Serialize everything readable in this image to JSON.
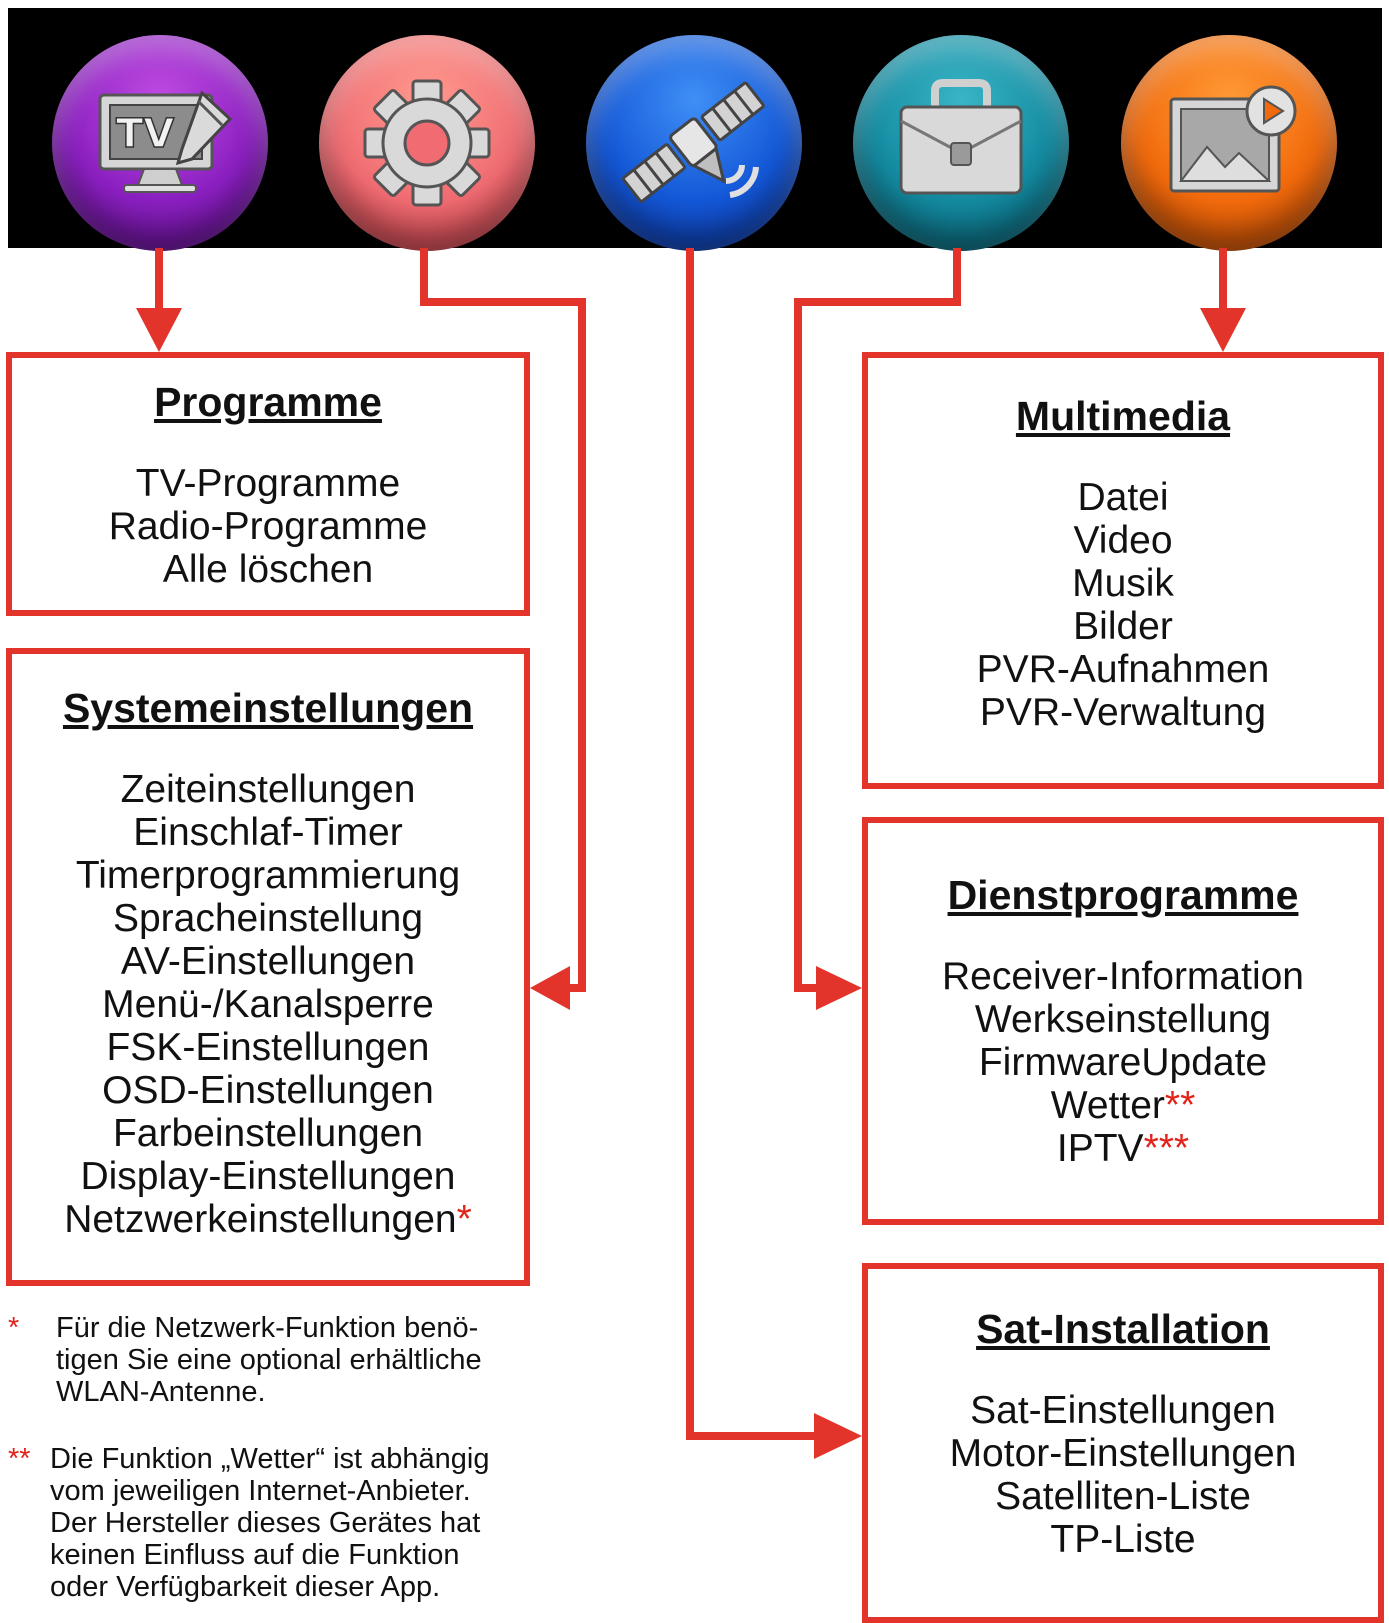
{
  "menu_icons": [
    {
      "name": "tv-icon",
      "color": "#8a1fc0",
      "glyph_text": "TV"
    },
    {
      "name": "gear-icon",
      "color": "#f06c72"
    },
    {
      "name": "satellite-icon",
      "color": "#1357d7"
    },
    {
      "name": "toolbox-icon",
      "color": "#138aa0"
    },
    {
      "name": "media-player-icon",
      "color": "#f26a0c"
    }
  ],
  "accent_color": "#e2342a",
  "boxes": {
    "programme": {
      "title": "Programme",
      "items": [
        "TV-Programme",
        "Radio-Programme",
        "Alle löschen"
      ]
    },
    "system": {
      "title": "Systemeinstellungen",
      "items": [
        "Zeiteinstellungen",
        "Einschlaf-Timer",
        "Timerprogrammierung",
        "Spracheinstellung",
        "AV-Einstellungen",
        "Menü-/Kanalsperre",
        "FSK-Einstellungen",
        "OSD-Einstellungen",
        "Farbeinstellungen",
        "Display-Einstellungen",
        "Netzwerkeinstellungen"
      ],
      "last_item_mark": "*"
    },
    "multimedia": {
      "title": "Multimedia",
      "items": [
        "Datei",
        "Video",
        "Musik",
        "Bilder",
        "PVR-Aufnahmen",
        "PVR-Verwaltung"
      ]
    },
    "dienst": {
      "title": "Dienstprogramme",
      "items": [
        "Receiver-Information",
        "Werkseinstellung",
        "FirmwareUpdate",
        "Wetter",
        "IPTV"
      ],
      "marks": [
        "",
        "",
        "",
        "**",
        "***"
      ]
    },
    "sat": {
      "title": "Sat-Installation",
      "items": [
        "Sat-Einstellungen",
        "Motor-Einstellungen",
        "Satelliten-Liste",
        "TP-Liste"
      ]
    }
  },
  "footnotes": [
    {
      "mark": "*",
      "text": "Für die Netzwerk-Funktion benö-\ntigen Sie eine optional erhältliche\nWLAN-Antenne."
    },
    {
      "mark": "**",
      "text": "Die Funktion „Wetter“ ist abhängig\nvom jeweiligen Internet-Anbieter.\nDer Hersteller dieses Gerätes hat\nkeinen Einfluss auf die Funktion\noder Verfügbarkeit dieser App."
    }
  ]
}
